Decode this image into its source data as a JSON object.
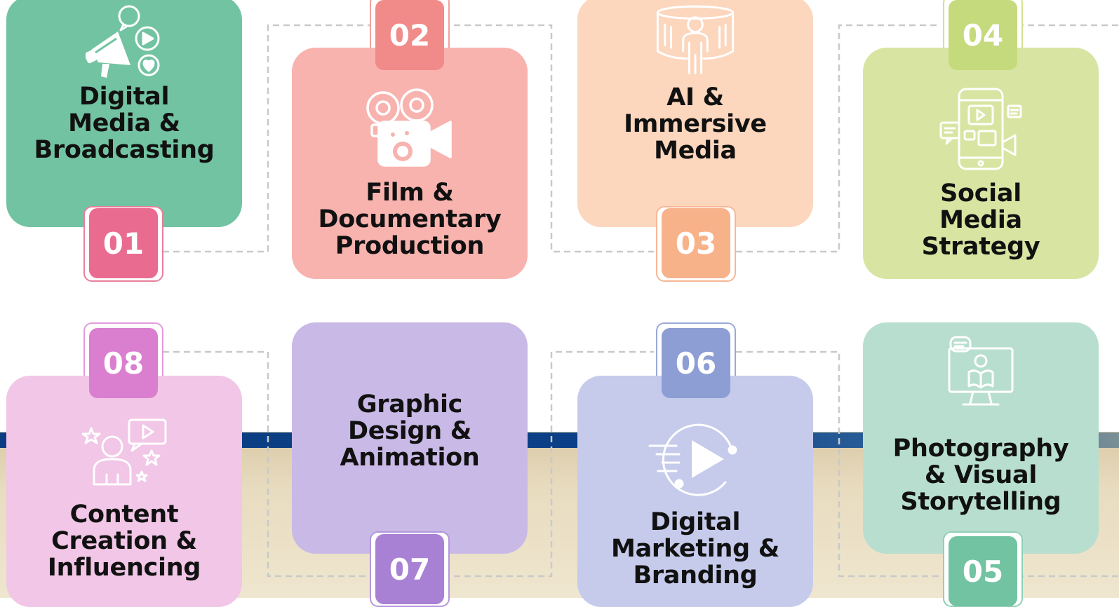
{
  "cards": [
    {
      "number": "01",
      "title": [
        "Digital",
        "Media &",
        "Broadcasting"
      ],
      "icon": "megaphone-icon",
      "bg": "#72c3a2",
      "badge": "#e96b8f",
      "badge_border": "#e7809c"
    },
    {
      "number": "02",
      "title": [
        "Film &",
        "Documentary",
        "Production"
      ],
      "icon": "film-camera-icon",
      "bg": "#f8b3af",
      "badge": "#f08b89",
      "badge_border": "#f2a09c"
    },
    {
      "number": "03",
      "title": [
        "AI &",
        "Immersive",
        "Media"
      ],
      "icon": "vr-person-icon",
      "bg": "#fcd6bd",
      "badge": "#f8b28a",
      "badge_border": "#f6b895"
    },
    {
      "number": "04",
      "title": [
        "Social",
        "Media",
        "Strategy"
      ],
      "icon": "phone-social-icon",
      "bg": "#d8e4a2",
      "badge": "#c5da7d",
      "badge_border": "#d2e28f"
    },
    {
      "number": "05",
      "title": [
        "Photography",
        "& Visual",
        "Storytelling"
      ],
      "icon": "computer-reader-icon",
      "bg": "#b8decf",
      "badge": "#72c3a2",
      "badge_border": "#8fd0b5"
    },
    {
      "number": "06",
      "title": [
        "Digital",
        "Marketing &",
        "Branding"
      ],
      "icon": "play-speed-icon",
      "bg": "#c6cbeb",
      "badge": "#8c9ed3",
      "badge_border": "#9aa9d8"
    },
    {
      "number": "07",
      "title": [
        "Graphic",
        "Design &",
        "Animation"
      ],
      "icon": "",
      "bg": "#c9b9e6",
      "badge": "#a880d4",
      "badge_border": "#b596de"
    },
    {
      "number": "08",
      "title": [
        "Content",
        "Creation &",
        "Influencing"
      ],
      "icon": "influencer-icon",
      "bg": "#f1c6e6",
      "badge": "#da7fcf",
      "badge_border": "#e39bdb"
    }
  ]
}
